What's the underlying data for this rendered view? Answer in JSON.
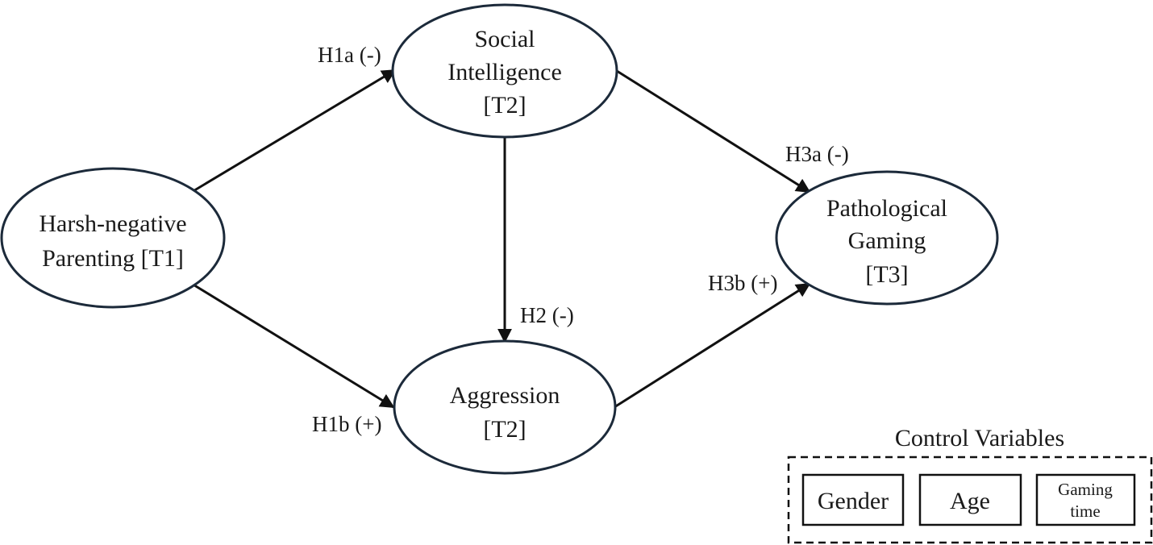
{
  "colors": {
    "node_stroke": "#1c2a3a",
    "edge": "#111111",
    "text": "#1a1a1a",
    "background": "#ffffff"
  },
  "nodes": {
    "social_intelligence": {
      "line1": "Social",
      "line2": "Intelligence",
      "line3": "[T2]"
    },
    "harsh_parenting": {
      "line1": "Harsh-negative",
      "line2": "Parenting [T1]"
    },
    "aggression": {
      "line1": "Aggression",
      "line2": "[T2]"
    },
    "pathological_gaming": {
      "line1": "Pathological",
      "line2": "Gaming",
      "line3": "[T3]"
    }
  },
  "edges": {
    "h1a": "H1a (-)",
    "h1b": "H1b (+)",
    "h2": "H2 (-)",
    "h3a": "H3a (-)",
    "h3b": "H3b (+)"
  },
  "control_variables": {
    "title": "Control Variables",
    "gender": "Gender",
    "age": "Age",
    "gaming_time_line1": "Gaming",
    "gaming_time_line2": "time"
  }
}
